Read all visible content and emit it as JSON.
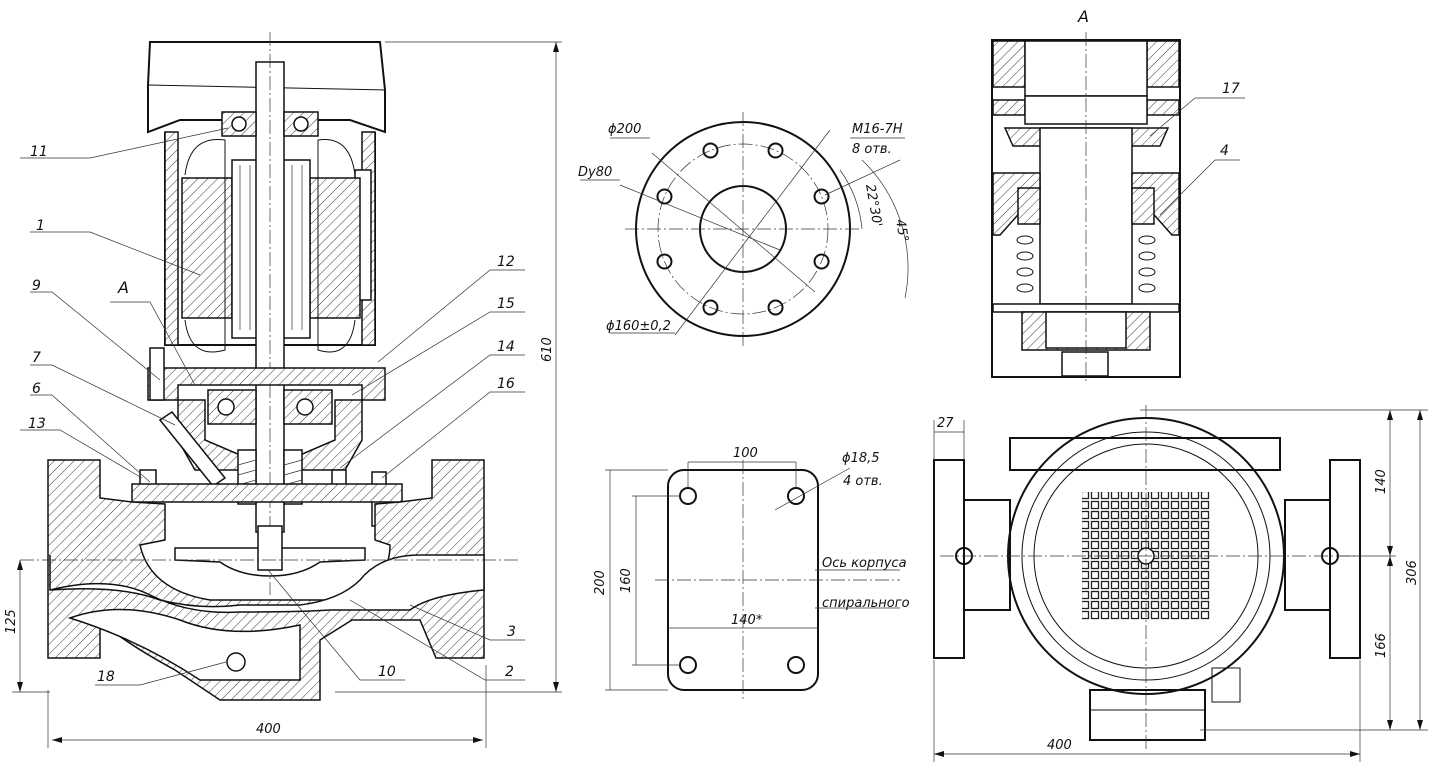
{
  "view_a": {
    "label_top": "A",
    "label_side": "A"
  },
  "callouts": {
    "n1": "1",
    "n2": "2",
    "n3": "3",
    "n4": "4",
    "n6": "6",
    "n7": "7",
    "n9": "9",
    "n10": "10",
    "n11": "11",
    "n12": "12",
    "n13": "13",
    "n14": "14",
    "n15": "15",
    "n16": "16",
    "n17": "17",
    "n18": "18"
  },
  "dims_main": {
    "width": "400",
    "height": "610",
    "axis_height": "125"
  },
  "flange": {
    "d200": "ϕ200",
    "dy80": "Dy80",
    "thread": "M16-7H",
    "holes": "8 отв.",
    "angle_half": "22°30'",
    "angle": "45°",
    "pcd": "ϕ160±0,2"
  },
  "base_plate": {
    "spacing_x": "100",
    "hole_d": "ϕ18,5",
    "holes": "4 отв.",
    "height": "200",
    "spacing_y": "160",
    "spacing_x2": "140*",
    "axis_note_1": "Ось корпуса",
    "axis_note_2": "спирального"
  },
  "dims_top": {
    "flange_thk": "27",
    "width": "400",
    "h140": "140",
    "h166": "166",
    "h306": "306"
  }
}
